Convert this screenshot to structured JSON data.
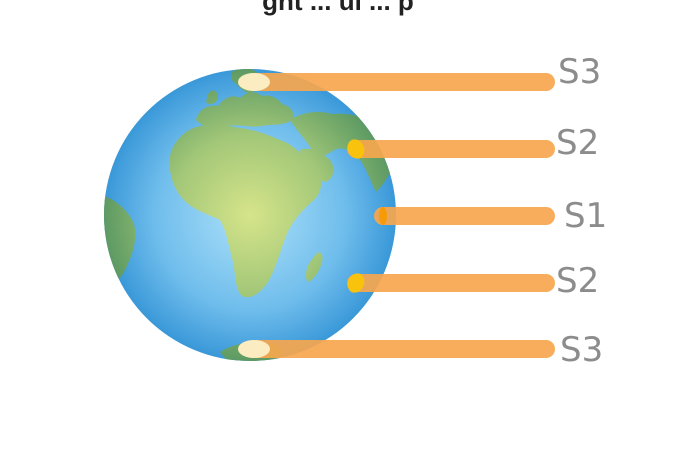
{
  "header": {
    "title": "ght ... ul ... p"
  },
  "colors": {
    "beam": "#f7a74f",
    "ocean_light": "#aee1f9",
    "ocean_dark": "#3a98d8",
    "land_light": "#d6e48a",
    "land_dark": "#5d9a63",
    "spot_pale": "#fbecc1",
    "spot_yellow": "#f9c20c",
    "spot_orange": "#f79a08",
    "label": "#8c8c8c"
  },
  "beams": [
    {
      "label": "S3",
      "spot": "spot-pale"
    },
    {
      "label": "S2",
      "spot": "spot-yellow"
    },
    {
      "label": "S1",
      "spot": "spot-orange"
    },
    {
      "label": "S2",
      "spot": "spot-yellow"
    },
    {
      "label": "S3",
      "spot": "spot-pale"
    }
  ]
}
